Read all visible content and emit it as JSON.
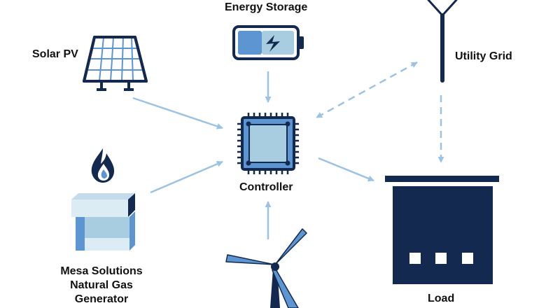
{
  "labels": {
    "energy_storage": "Energy Storage",
    "solar_pv": "Solar PV",
    "utility_grid": "Utility Grid",
    "controller": "Controller",
    "generator_line1": "Mesa Solutions",
    "generator_line2": "Natural Gas",
    "generator_line3": "Generator",
    "load": "Load"
  },
  "icons": {
    "energy_storage": "battery-icon",
    "solar_pv": "solar-panel-icon",
    "utility_grid": "utility-pole-icon",
    "controller": "microchip-icon",
    "generator": "gas-generator-icon",
    "flame": "flame-icon",
    "wind": "wind-turbine-icon",
    "load": "building-icon"
  },
  "colors": {
    "navy": "#14294f",
    "mid_blue": "#5c95d2",
    "light_blue": "#a9cde0",
    "pale_blue": "#dcecf5",
    "arrow": "#9cc3e4"
  }
}
